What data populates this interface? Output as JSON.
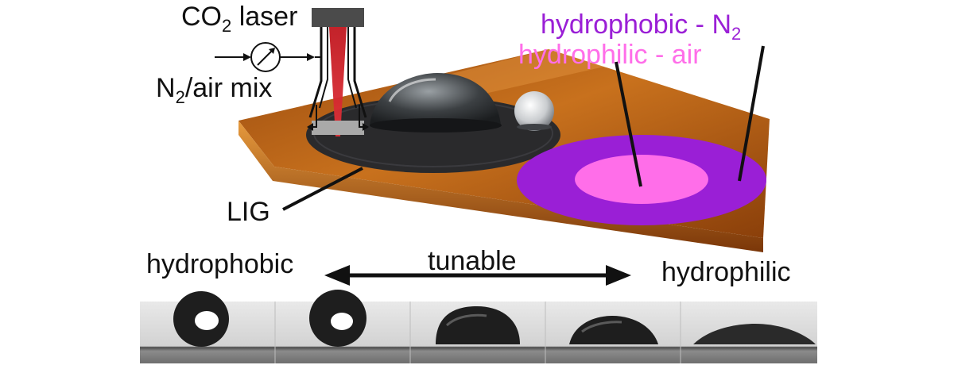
{
  "laser": {
    "prefix": "CO",
    "subscript": "2",
    "suffix": " laser"
  },
  "gas": {
    "prefix": "N",
    "subscript": "2",
    "suffix": "/air mix"
  },
  "lig_label": "LIG",
  "legend": {
    "hydrophobic_prefix": "hydrophobic - N",
    "hydrophobic_subscript": "2",
    "hydrophilic": "hydrophilic - air",
    "hydrophobic_color": "#9a1fd6",
    "hydrophilic_color": "#ff6ee9"
  },
  "bottom": {
    "left_label": "hydrophobic",
    "center_label": "tunable",
    "right_label": "hydrophilic"
  },
  "droplet_panels": 5
}
